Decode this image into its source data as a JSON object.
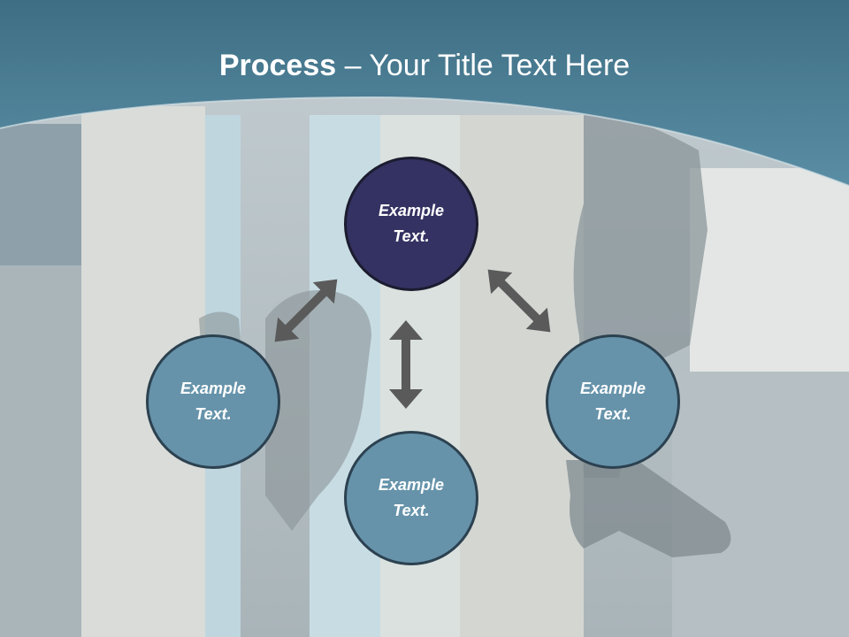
{
  "title": {
    "bold": "Process",
    "dash": " – ",
    "rest": "Your Title Text Here"
  },
  "nodes": [
    {
      "id": "top",
      "text": "Example Text."
    },
    {
      "id": "left",
      "text": "Example Text."
    },
    {
      "id": "bottom",
      "text": "Example Text."
    },
    {
      "id": "right",
      "text": "Example Text."
    }
  ],
  "colors": {
    "header": "#4b7d93",
    "node_top": "#343262",
    "node_other": "#6693aa",
    "arrow": "#5a5a5a"
  }
}
